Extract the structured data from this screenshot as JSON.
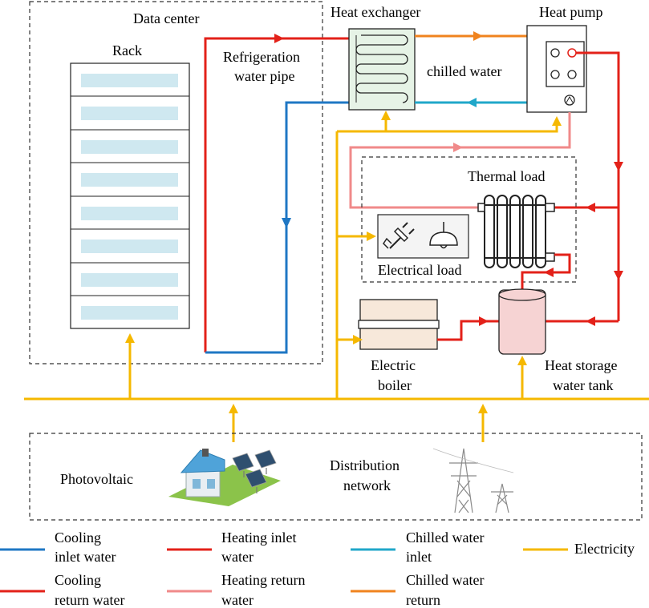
{
  "labels": {
    "data_center": "Data center",
    "rack": "Rack",
    "refrigeration_line1": "Refrigeration",
    "refrigeration_line2": "water pipe",
    "heat_exchanger": "Heat exchanger",
    "heat_pump": "Heat pump",
    "chilled_water": "chilled water",
    "thermal_load": "Thermal load",
    "electrical_load": "Electrical load",
    "electric_boiler_line1": "Electric",
    "electric_boiler_line2": "boiler",
    "heat_storage_line1": "Heat storage",
    "heat_storage_line2": "water tank",
    "photovoltaic": "Photovoltaic",
    "distribution_line1": "Distribution",
    "distribution_line2": "network"
  },
  "legend": [
    {
      "line1": "Cooling",
      "line2": "inlet water",
      "color": "#1f77c4"
    },
    {
      "line1": "Cooling",
      "line2": "return water",
      "color": "#e32119"
    },
    {
      "line1": "Heating inlet",
      "line2": "water",
      "color": "#e32119"
    },
    {
      "line1": "Heating return",
      "line2": "water",
      "color": "#f08a8a"
    },
    {
      "line1": "Chilled water",
      "line2": "inlet",
      "color": "#20a7c9"
    },
    {
      "line1": "Chilled water",
      "line2": "return",
      "color": "#f0831e"
    },
    {
      "line1": "Electricity",
      "line2": "",
      "color": "#f5b800"
    }
  ],
  "colors": {
    "cooling_inlet": "#1f77c4",
    "red": "#e32119",
    "heating_return": "#f08a8a",
    "chilled_inlet": "#20a7c9",
    "chilled_return": "#f0831e",
    "electricity": "#f5b800",
    "rack_slot": "#cfe8f0",
    "heat_exchanger_fill": "#e6f3e6",
    "tank_fill": "#f6d3d3",
    "boiler_fill": "#f7e8da"
  }
}
